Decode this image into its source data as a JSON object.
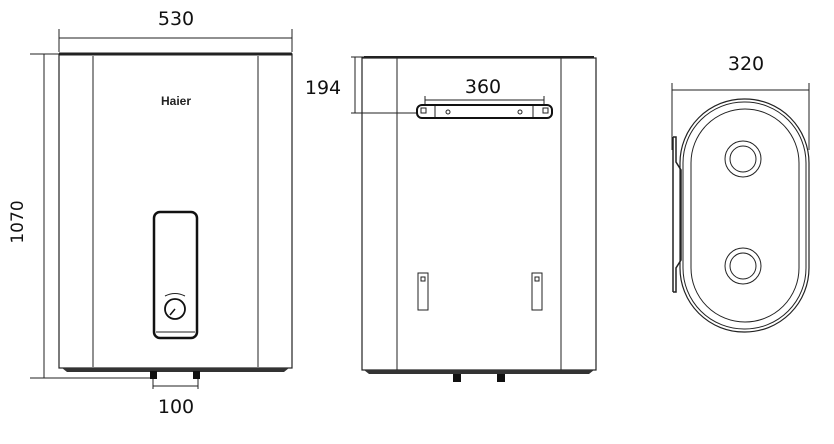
{
  "front_view": {
    "brand": "Haier",
    "width_label": "530",
    "height_label": "1070",
    "pipe_spacing_label": "100"
  },
  "rear_view": {
    "bracket_offset_label": "194",
    "bracket_width_label": "360"
  },
  "side_view": {
    "depth_label": "320"
  }
}
